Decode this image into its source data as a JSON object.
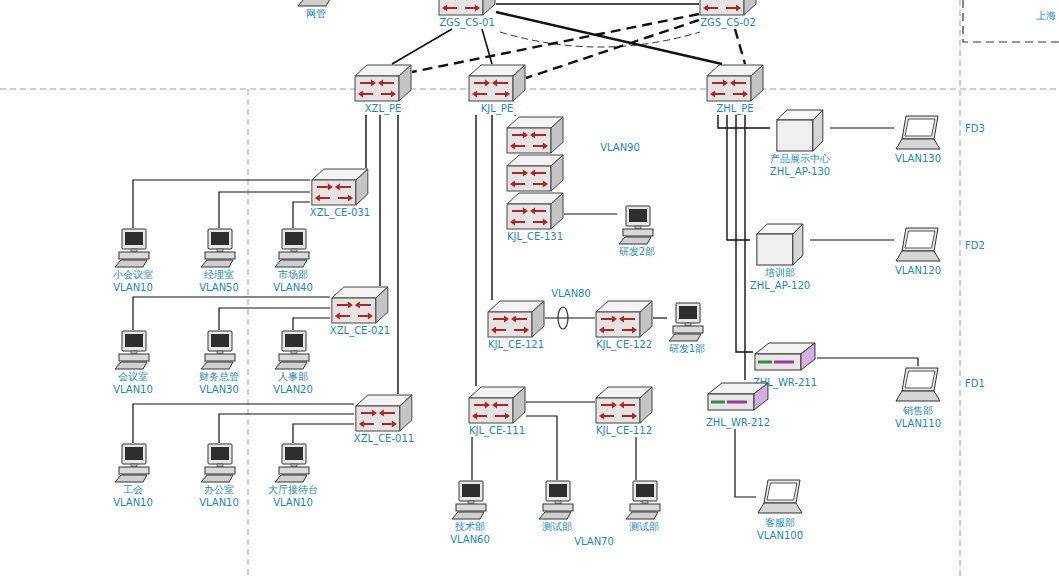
{
  "diagram": {
    "nodes": [
      {
        "text": [
          "网管"
        ]
      },
      {
        "text": [
          "ZGS_CS-01"
        ]
      },
      {
        "text": [
          "ZGS_CS-02"
        ]
      },
      {
        "text": [
          "XZL_PE"
        ]
      },
      {
        "text": [
          "KJL_PE"
        ]
      },
      {
        "text": [
          "ZHL_PE"
        ]
      },
      {
        "text": [
          "XZL_CE-031"
        ]
      },
      {
        "text": [
          "小会议室",
          "VLAN10"
        ]
      },
      {
        "text": [
          "经理室",
          "VLAN50"
        ]
      },
      {
        "text": [
          "市场部",
          "VLAN40"
        ]
      },
      {
        "text": [
          "XZL_CE-021"
        ]
      },
      {
        "text": [
          "会议室",
          "VLAN10"
        ]
      },
      {
        "text": [
          "财务总管",
          "VLAN30"
        ]
      },
      {
        "text": [
          "人事部",
          "VLAN20"
        ]
      },
      {
        "text": [
          "XZL_CE-011"
        ]
      },
      {
        "text": [
          "工会",
          "VLAN10"
        ]
      },
      {
        "text": [
          "办公室",
          "VLAN10"
        ]
      },
      {
        "text": [
          "大厅接待台",
          "VLAN10"
        ]
      },
      {
        "text": [
          "KJL_CE-131"
        ]
      },
      {
        "text": [
          "研发2部"
        ]
      },
      {
        "text": [
          "KJL_CE-121"
        ]
      },
      {
        "text": [
          "KJL_CE-122"
        ]
      },
      {
        "text": [
          "研发1部"
        ]
      },
      {
        "text": [
          "KJL_CE-111"
        ]
      },
      {
        "text": [
          "KJL_CE-112"
        ]
      },
      {
        "text": [
          "技术部",
          "VLAN60"
        ]
      },
      {
        "text": [
          "测试部"
        ]
      },
      {
        "text": [
          "测试部"
        ]
      },
      {
        "text": [
          "产品展示中心",
          "ZHL_AP-130"
        ]
      },
      {
        "text": [
          "VLAN130"
        ]
      },
      {
        "text": [
          "培训部",
          "ZHL_AP-120"
        ]
      },
      {
        "text": [
          "VLAN120"
        ]
      },
      {
        "text": [
          "ZHL_WR-211"
        ]
      },
      {
        "text": [
          "销售部",
          "VLAN110"
        ]
      },
      {
        "text": [
          "ZHL_WR-212"
        ]
      },
      {
        "text": [
          "客服部",
          "VLAN100"
        ]
      }
    ],
    "edges": [
      {
        "from": 1,
        "to": 2,
        "arrow": "none"
      },
      {
        "from": 1,
        "to": 3,
        "arrow": "none"
      },
      {
        "from": 1,
        "to": 4,
        "arrow": "none"
      },
      {
        "from": 1,
        "to": 5,
        "arrow": "none"
      },
      {
        "from": 2,
        "to": 3,
        "arrow": "none"
      },
      {
        "from": 2,
        "to": 4,
        "arrow": "none"
      },
      {
        "from": 2,
        "to": 5,
        "arrow": "none"
      },
      {
        "from": 3,
        "to": 6,
        "arrow": "none"
      },
      {
        "from": 3,
        "to": 10,
        "arrow": "none"
      },
      {
        "from": 3,
        "to": 14,
        "arrow": "none"
      },
      {
        "from": 6,
        "to": 7,
        "arrow": "none"
      },
      {
        "from": 6,
        "to": 8,
        "arrow": "none"
      },
      {
        "from": 6,
        "to": 9,
        "arrow": "none"
      },
      {
        "from": 10,
        "to": 11,
        "arrow": "none"
      },
      {
        "from": 10,
        "to": 12,
        "arrow": "none"
      },
      {
        "from": 10,
        "to": 13,
        "arrow": "none"
      },
      {
        "from": 14,
        "to": 15,
        "arrow": "none"
      },
      {
        "from": 14,
        "to": 16,
        "arrow": "none"
      },
      {
        "from": 14,
        "to": 17,
        "arrow": "none"
      },
      {
        "from": 4,
        "to": 18,
        "arrow": "none"
      },
      {
        "from": 4,
        "to": 20,
        "arrow": "none"
      },
      {
        "from": 4,
        "to": 23,
        "arrow": "none"
      },
      {
        "from": 18,
        "to": 19,
        "arrow": "none"
      },
      {
        "from": 20,
        "to": 21,
        "arrow": "none"
      },
      {
        "from": 21,
        "to": 22,
        "arrow": "none"
      },
      {
        "from": 23,
        "to": 24,
        "arrow": "none"
      },
      {
        "from": 23,
        "to": 25,
        "arrow": "none"
      },
      {
        "from": 23,
        "to": 26,
        "arrow": "none"
      },
      {
        "from": 24,
        "to": 27,
        "arrow": "none"
      },
      {
        "from": 5,
        "to": 28,
        "arrow": "none"
      },
      {
        "from": 5,
        "to": 30,
        "arrow": "none"
      },
      {
        "from": 5,
        "to": 32,
        "arrow": "none"
      },
      {
        "from": 5,
        "to": 34,
        "arrow": "none"
      },
      {
        "from": 28,
        "to": 29,
        "arrow": "none"
      },
      {
        "from": 30,
        "to": 31,
        "arrow": "none"
      },
      {
        "from": 32,
        "to": 33,
        "arrow": "none"
      },
      {
        "from": 34,
        "to": 35,
        "arrow": "none"
      }
    ],
    "labels": [
      "上海",
      "VLAN90",
      "VLAN80",
      "VLAN70",
      "FD3",
      "FD2",
      "FD1"
    ]
  }
}
